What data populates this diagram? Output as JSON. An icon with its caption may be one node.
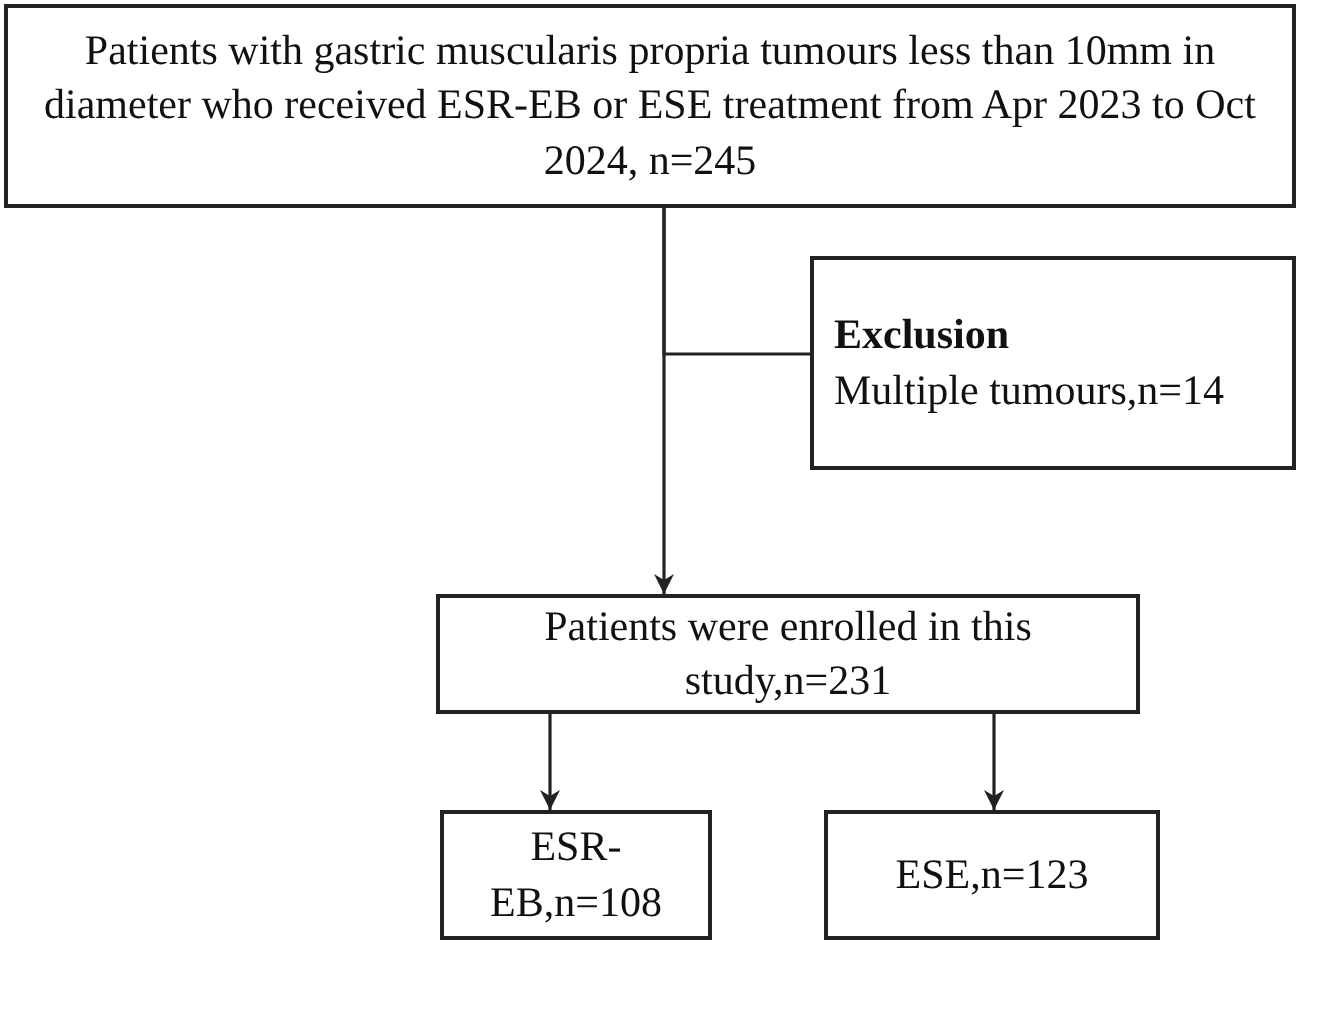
{
  "diagram": {
    "nodes": [
      {
        "text": [
          "Patients with gastric muscularis propria tumours less than 10mm in diameter who received ESR-EB or ESE treatment from Apr 2023 to Oct 2024, n=245"
        ]
      },
      {
        "text": [
          "Exclusion",
          "Multiple tumours,n=14"
        ]
      },
      {
        "text": [
          "Patients were enrolled in this study,n=231"
        ]
      },
      {
        "text": [
          "ESR-EB,n=108"
        ]
      },
      {
        "text": [
          "ESE,n=123"
        ]
      }
    ],
    "edges": [
      {
        "from": 0,
        "to": 2,
        "arrow": "to"
      },
      {
        "from": 0,
        "to": 1,
        "arrow": "none"
      },
      {
        "from": 2,
        "to": 3,
        "arrow": "to"
      },
      {
        "from": 2,
        "to": 4,
        "arrow": "to"
      }
    ]
  }
}
